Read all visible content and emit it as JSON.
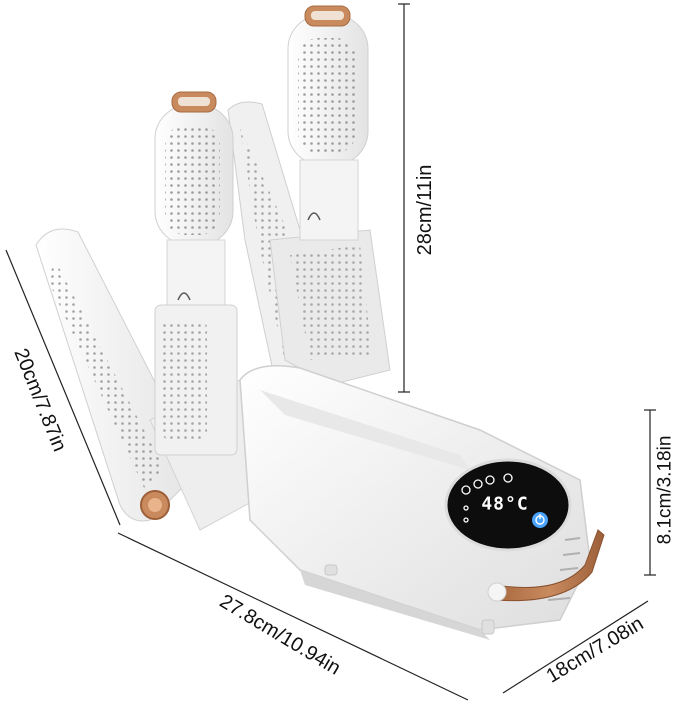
{
  "dimensions": {
    "height": "28cm/11in",
    "depth": "20cm/7.87in",
    "length": "27.8cm/10.94in",
    "width": "18cm/7.08in",
    "base_height": "8.1cm/3.18in"
  },
  "display": {
    "temperature": "48°C"
  },
  "colors": {
    "body": "#f4f4f4",
    "shadow": "#d9d9d9",
    "accent_copper": "#c98a5e",
    "strap": "#b9774d",
    "display_bg": "#0d0d0d",
    "dimension_line": "#222222"
  },
  "icons": {
    "power": "power-icon",
    "mode_buttons": "mode-button-icons"
  }
}
